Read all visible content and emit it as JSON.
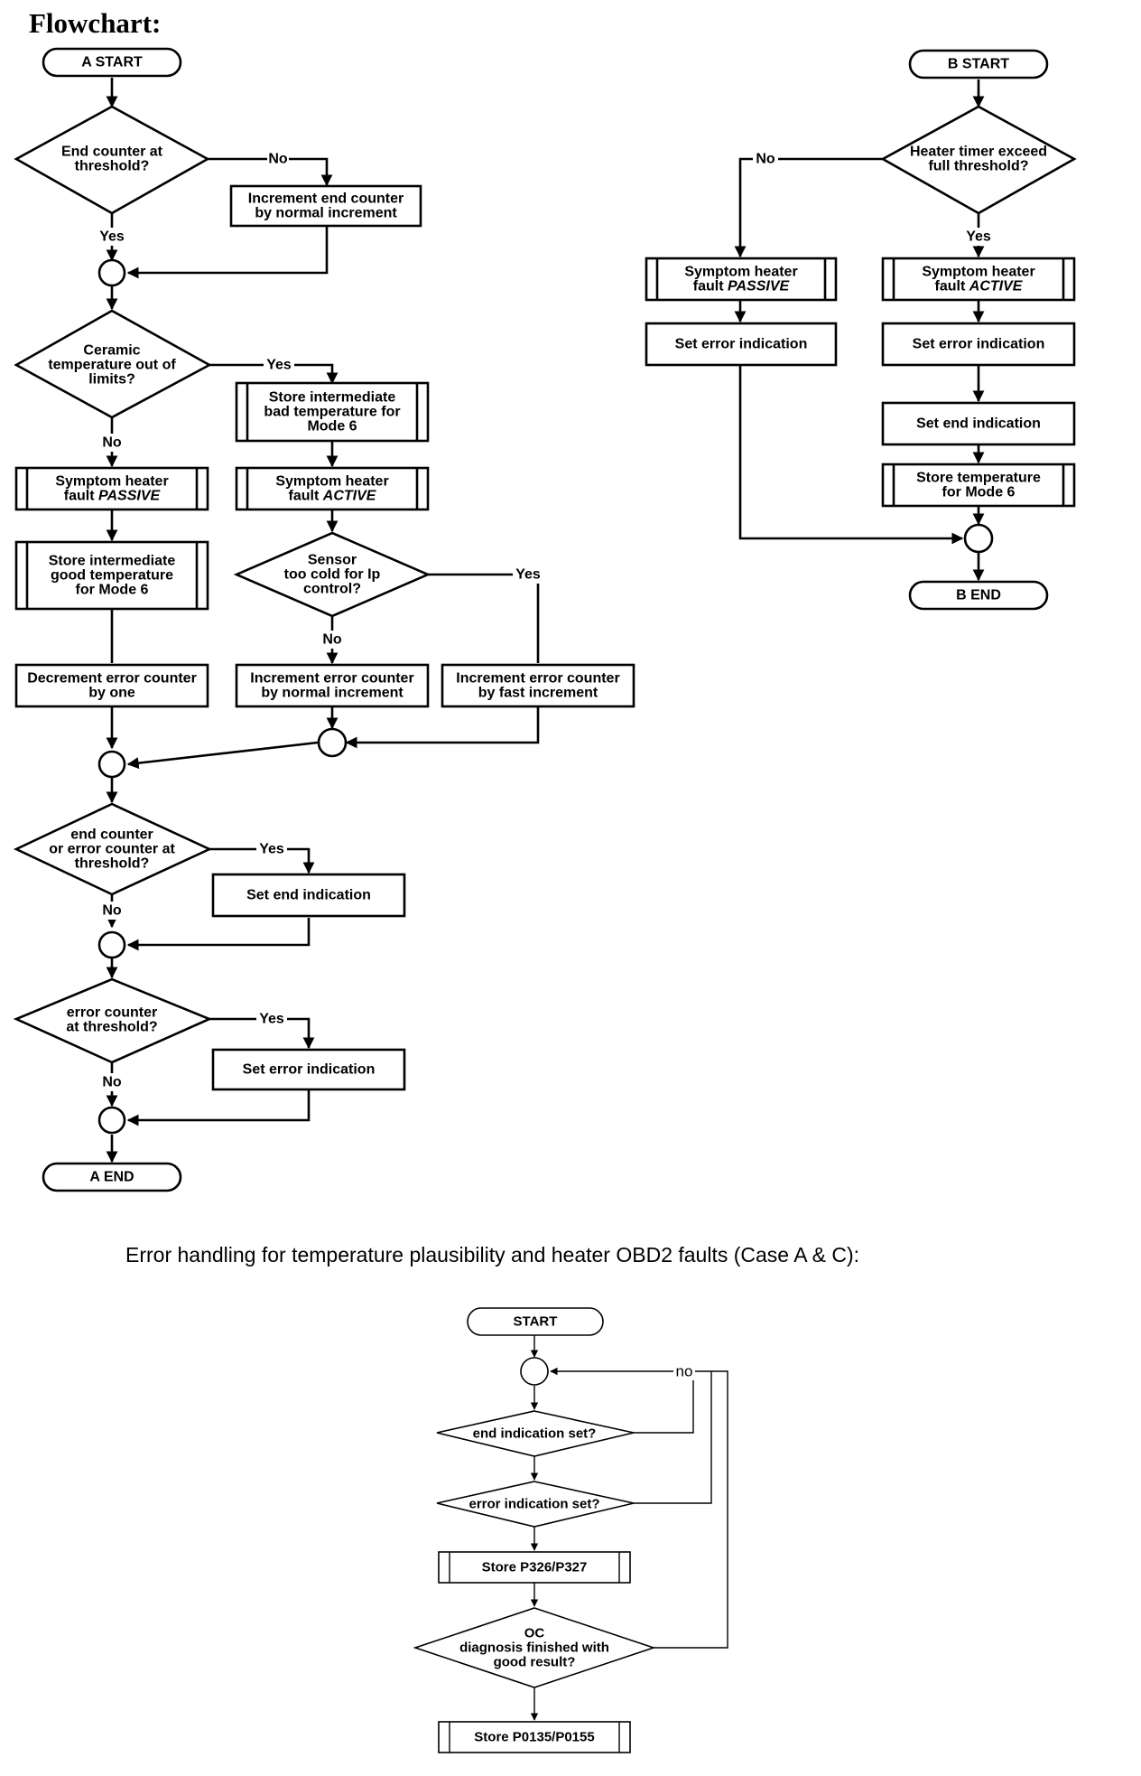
{
  "heading": "Flowchart:",
  "caption": "Error handling for temperature plausibility and heater OBD2 faults (Case A & C):",
  "nodes": {
    "a_start": "A START",
    "a_end_counter_q": "End counter at|threshold?",
    "a_inc_end_counter": "Increment end counter|by normal increment",
    "a_ceramic_q": "Ceramic|temperature out of|limits?",
    "a_store_bad_temp": "Store intermediate|bad temperature for|Mode 6",
    "a_symptom_passive": "Symptom heater|fault *PASSIVE*",
    "a_symptom_active": "Symptom heater|fault *ACTIVE*",
    "a_store_good_temp": "Store intermediate|good temperature|for Mode 6",
    "a_sensor_cold_q": "Sensor|too cold for Ip|control?",
    "a_dec_error_counter": "Decrement error counter|by one",
    "a_inc_error_normal": "Increment error counter|by normal increment",
    "a_inc_error_fast": "Increment error counter|by fast increment",
    "a_end_or_error_q": "end counter|or error counter at|threshold?",
    "a_set_end_indication": "Set end indication",
    "a_error_counter_q": "error counter|at threshold?",
    "a_set_error_indication": "Set error indication",
    "a_end": "A END",
    "b_start": "B START",
    "b_heater_timer_q": "Heater timer exceed|full threshold?",
    "b_symptom_passive": "Symptom heater|fault *PASSIVE*",
    "b_symptom_active": "Symptom heater|fault *ACTIVE*",
    "b_set_error_left": "Set error indication",
    "b_set_error_right": "Set error indication",
    "b_set_end_indication": "Set end indication",
    "b_store_temp": "Store temperature|for Mode 6",
    "b_end": "B END",
    "c_start": "START",
    "c_end_indication_q": "end indication set?",
    "c_error_indication_q": "error indication set?",
    "c_store_p326": "Store P326/P327",
    "c_oc_q": "OC|diagnosis finished with|good result?",
    "c_store_p0135": "Store P0135/P0155"
  },
  "edges": {
    "a1_no": "No",
    "a1_yes": "Yes",
    "a2_yes": "Yes",
    "a2_no": "No",
    "a3_yes": "Yes",
    "a3_no": "No",
    "a4_yes": "Yes",
    "a4_no": "No",
    "a5_yes": "Yes",
    "a5_no": "No",
    "b1_no": "No",
    "b1_yes": "Yes",
    "c_no": "no"
  }
}
